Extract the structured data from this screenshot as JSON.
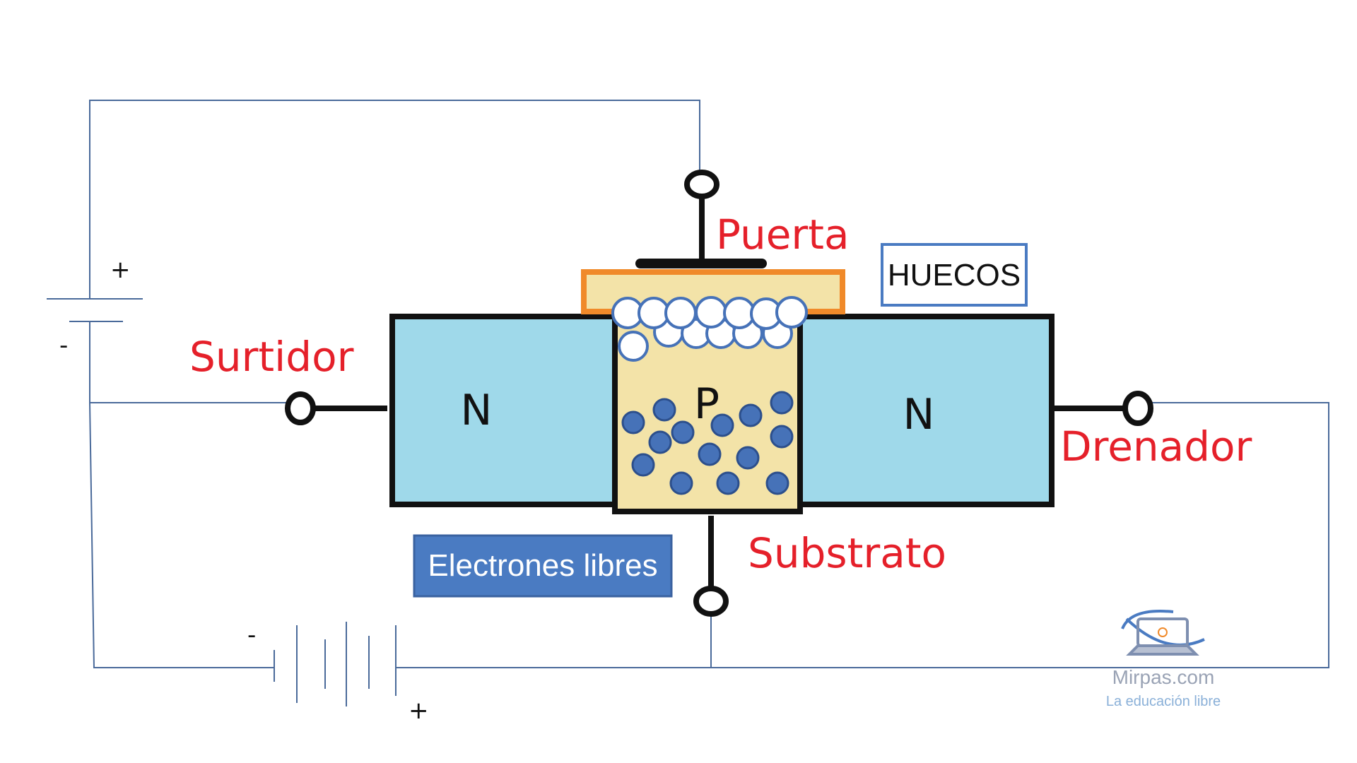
{
  "colors": {
    "wire": "#4a6a9a",
    "n_region": "#9fd9ea",
    "p_region": "#f3e3a8",
    "gate_outline": "#f08a2a",
    "label_red": "#e5202a",
    "electron_fill": "#4672b8",
    "hole_fill": "#ffffff",
    "electrons_box": "#4a7bc2",
    "huecos_box_border": "#4a7bc2"
  },
  "labels": {
    "gate": "Puerta",
    "source": "Surtidor",
    "drain": "Drenador",
    "substrate": "Substrato",
    "n_left": "N",
    "n_right": "N",
    "p_region": "P"
  },
  "legend": {
    "holes": "HUECOS",
    "electrons": "Electrones libres"
  },
  "batteries": {
    "gate_plus": "+",
    "gate_minus": "-",
    "drain_minus": "-",
    "drain_plus": "+"
  },
  "watermark": {
    "name": "Mirpas.com",
    "tagline": "La educación libre",
    "icon": "laptop-power-icon"
  }
}
